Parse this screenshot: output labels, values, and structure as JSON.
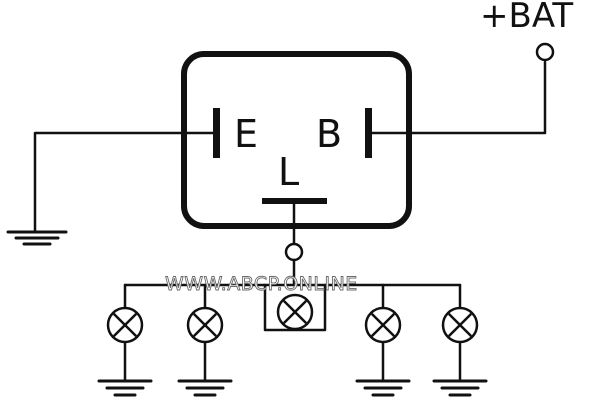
{
  "labels": {
    "battery": "+BAT",
    "terminal_e": "E",
    "terminal_b": "B",
    "terminal_l": "L"
  },
  "watermark": "WWW.ABCP.ONLINE",
  "lamp_count": 5,
  "ground_symbol_count": 5,
  "colors": {
    "line": "#111111",
    "background": "#ffffff",
    "watermark_outline": "#6a6a6a"
  }
}
